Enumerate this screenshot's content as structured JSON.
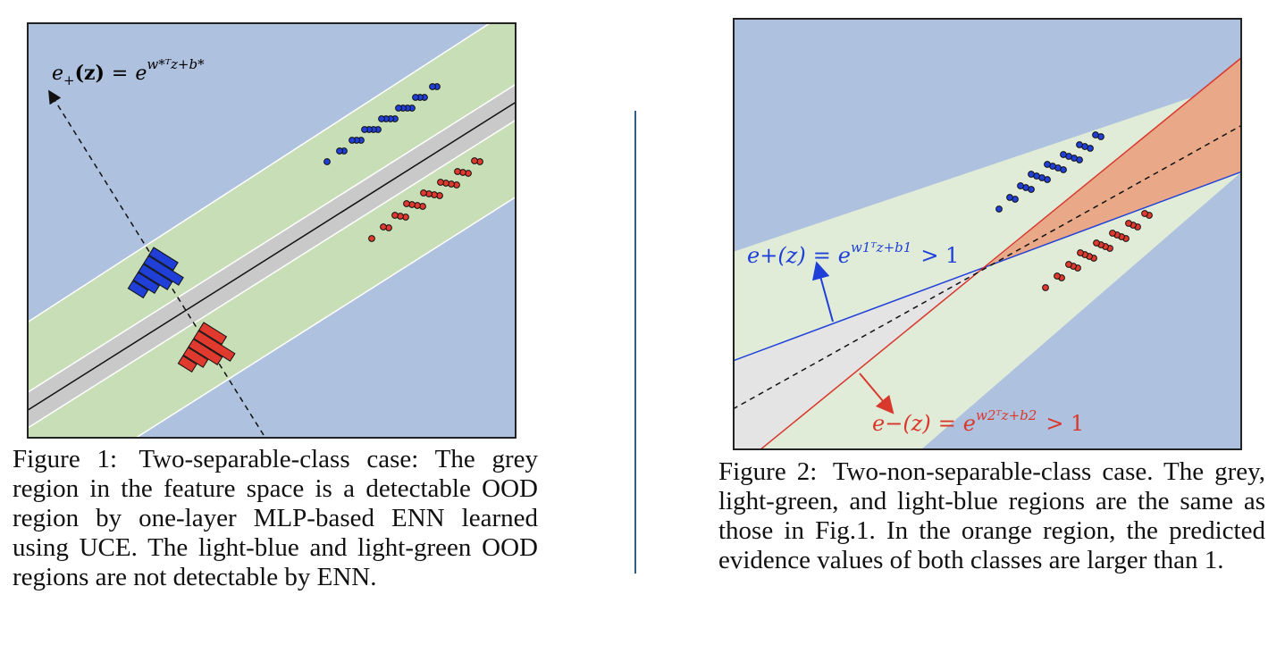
{
  "figure1": {
    "equation": {
      "lhs_base": "e",
      "lhs_sub": "+",
      "lhs_arg": "(z)",
      "eq": "=",
      "rhs_base": "e",
      "rhs_exp": "w*ᵀz+b*"
    },
    "caption_label": "Figure 1:",
    "caption_text": "Two-separable-class case: The grey region in the feature space is a detectable OOD region by one-layer MLP-based ENN learned using UCE. The light-blue and light-green OOD regions are not detectable by ENN.",
    "histogram_blue": [
      32,
      46,
      38,
      28,
      20
    ],
    "histogram_red": [
      30,
      48,
      38,
      26,
      18
    ]
  },
  "figure2": {
    "equation_plus": {
      "lhs": "e+(z)",
      "eq": "=",
      "rhs_base": "e",
      "rhs_exp": "w1ᵀz+b1",
      "ineq": "> 1"
    },
    "equation_minus": {
      "lhs": "e−(z)",
      "eq": "=",
      "rhs_base": "e",
      "rhs_exp": "w2ᵀz+b2",
      "ineq": "> 1"
    },
    "caption_label": "Figure 2:",
    "caption_text": "Two-non-separable-class case. The grey, light-green, and light-blue regions are the same as those in Fig.1. In the orange region, the predicted evidence values of both classes are larger than 1."
  },
  "colors": {
    "light_blue": "#aec1de",
    "light_green": "#c8deb6",
    "pale_green": "#e0ebd8",
    "grey": "#c9c9c9",
    "light_grey": "#e4e4e4",
    "orange": "#e9a988",
    "blue_point": "#1f3fd6",
    "red_point": "#e03a2f",
    "blue_text": "#1e40d8",
    "red_text": "#d9382c",
    "divider": "#2e5f8a"
  }
}
